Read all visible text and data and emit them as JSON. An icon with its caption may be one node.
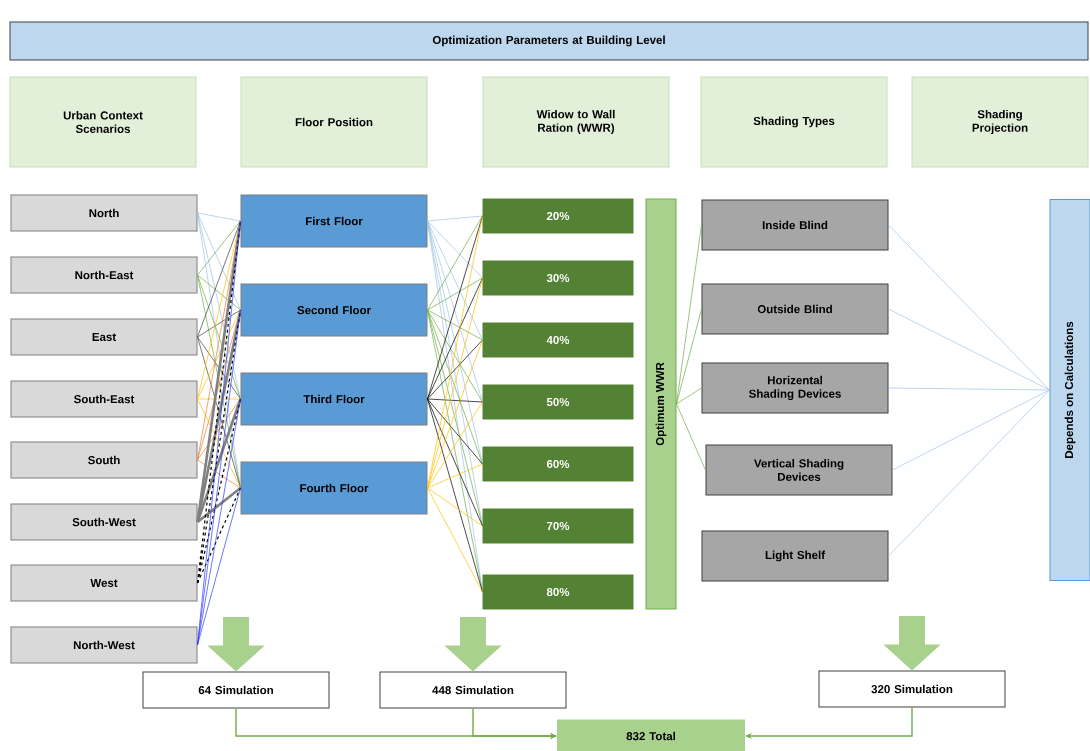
{
  "diagram": {
    "nodes": [
      {
        "text": [
          "Optimization Parameters at Building Level"
        ]
      },
      {
        "text": [
          "Urban Context Scenarios"
        ]
      },
      {
        "text": [
          "Floor Position"
        ]
      },
      {
        "text": [
          "Widow to Wall Ration (WWR)"
        ]
      },
      {
        "text": [
          "Shading Types"
        ]
      },
      {
        "text": [
          "Shading Projection"
        ]
      },
      {
        "text": [
          "North"
        ]
      },
      {
        "text": [
          "North-East"
        ]
      },
      {
        "text": [
          "East"
        ]
      },
      {
        "text": [
          "South-East"
        ]
      },
      {
        "text": [
          "South"
        ]
      },
      {
        "text": [
          "South-West"
        ]
      },
      {
        "text": [
          "West"
        ]
      },
      {
        "text": [
          "North-West"
        ]
      },
      {
        "text": [
          "First Floor"
        ]
      },
      {
        "text": [
          "Second Floor"
        ]
      },
      {
        "text": [
          "Third Floor"
        ]
      },
      {
        "text": [
          "Fourth Floor"
        ]
      },
      {
        "text": [
          "20%"
        ]
      },
      {
        "text": [
          "30%"
        ]
      },
      {
        "text": [
          "40%"
        ]
      },
      {
        "text": [
          "50%"
        ]
      },
      {
        "text": [
          "60%"
        ]
      },
      {
        "text": [
          "70%"
        ]
      },
      {
        "text": [
          "80%"
        ]
      },
      {
        "text": [
          "Optimum WWR"
        ]
      },
      {
        "text": [
          "Inside Blind"
        ]
      },
      {
        "text": [
          "Outside Blind"
        ]
      },
      {
        "text": [
          "Horizental Shading Devices"
        ]
      },
      {
        "text": [
          "Vertical Shading Devices"
        ]
      },
      {
        "text": [
          "Light Shelf"
        ]
      },
      {
        "text": [
          "Depends on Calculations"
        ]
      },
      {
        "text": [
          "64 Simulation"
        ]
      },
      {
        "text": [
          "448 Simulation"
        ]
      },
      {
        "text": [
          "320 Simulation"
        ]
      },
      {
        "text": [
          "832 Total"
        ]
      }
    ],
    "edges": [
      {
        "from": 6,
        "to": 14,
        "arrow": "none",
        "color": "#9dc3e6"
      },
      {
        "from": 6,
        "to": 15,
        "arrow": "none",
        "color": "#9dc3e6"
      },
      {
        "from": 6,
        "to": 16,
        "arrow": "none",
        "color": "#9dc3e6"
      },
      {
        "from": 6,
        "to": 17,
        "arrow": "none",
        "color": "#9dc3e6"
      },
      {
        "from": 7,
        "to": 14,
        "arrow": "none",
        "color": "#70ad47"
      },
      {
        "from": 7,
        "to": 15,
        "arrow": "none",
        "color": "#70ad47"
      },
      {
        "from": 7,
        "to": 16,
        "arrow": "none",
        "color": "#70ad47"
      },
      {
        "from": 7,
        "to": 17,
        "arrow": "none",
        "color": "#70ad47"
      },
      {
        "from": 8,
        "to": 14,
        "arrow": "none",
        "color": "#404040"
      },
      {
        "from": 8,
        "to": 15,
        "arrow": "none",
        "color": "#404040"
      },
      {
        "from": 8,
        "to": 16,
        "arrow": "none",
        "color": "#404040"
      },
      {
        "from": 8,
        "to": 17,
        "arrow": "none",
        "color": "#404040"
      },
      {
        "from": 9,
        "to": 14,
        "arrow": "none",
        "color": "#ffc000"
      },
      {
        "from": 9,
        "to": 15,
        "arrow": "none",
        "color": "#ffc000"
      },
      {
        "from": 9,
        "to": 16,
        "arrow": "none",
        "color": "#ffc000"
      },
      {
        "from": 9,
        "to": 17,
        "arrow": "none",
        "color": "#ffc000"
      },
      {
        "from": 10,
        "to": 14,
        "arrow": "none",
        "color": "#ed7d31"
      },
      {
        "from": 10,
        "to": 15,
        "arrow": "none",
        "color": "#ed7d31"
      },
      {
        "from": 10,
        "to": 16,
        "arrow": "none",
        "color": "#ed7d31"
      },
      {
        "from": 10,
        "to": 17,
        "arrow": "none",
        "color": "#ed7d31"
      },
      {
        "from": 11,
        "to": 14,
        "arrow": "none",
        "style": "thick",
        "color": "#808080"
      },
      {
        "from": 11,
        "to": 15,
        "arrow": "none",
        "style": "thick",
        "color": "#808080"
      },
      {
        "from": 11,
        "to": 16,
        "arrow": "none",
        "style": "thick",
        "color": "#808080"
      },
      {
        "from": 11,
        "to": 17,
        "arrow": "none",
        "style": "thick",
        "color": "#808080"
      },
      {
        "from": 12,
        "to": 14,
        "arrow": "none",
        "style": "dashed",
        "color": "#000000"
      },
      {
        "from": 12,
        "to": 15,
        "arrow": "none",
        "style": "dashed",
        "color": "#000000"
      },
      {
        "from": 12,
        "to": 16,
        "arrow": "none",
        "style": "dashed",
        "color": "#000000"
      },
      {
        "from": 12,
        "to": 17,
        "arrow": "none",
        "style": "dashed",
        "color": "#000000"
      },
      {
        "from": 13,
        "to": 14,
        "arrow": "none",
        "color": "#2f3cff"
      },
      {
        "from": 13,
        "to": 15,
        "arrow": "none",
        "color": "#2f3cff"
      },
      {
        "from": 13,
        "to": 16,
        "arrow": "none",
        "color": "#2f3cff"
      },
      {
        "from": 13,
        "to": 17,
        "arrow": "none",
        "color": "#2f3cff"
      },
      {
        "from": 14,
        "to": 18,
        "arrow": "none",
        "color": "#9dc3e6"
      },
      {
        "from": 14,
        "to": 19,
        "arrow": "none",
        "color": "#9dc3e6"
      },
      {
        "from": 14,
        "to": 20,
        "arrow": "none",
        "color": "#9dc3e6"
      },
      {
        "from": 14,
        "to": 21,
        "arrow": "none",
        "color": "#9dc3e6"
      },
      {
        "from": 14,
        "to": 22,
        "arrow": "none",
        "color": "#9dc3e6"
      },
      {
        "from": 14,
        "to": 23,
        "arrow": "none",
        "color": "#9dc3e6"
      },
      {
        "from": 14,
        "to": 24,
        "arrow": "none",
        "color": "#9dc3e6"
      },
      {
        "from": 15,
        "to": 18,
        "arrow": "none",
        "color": "#70ad47"
      },
      {
        "from": 15,
        "to": 19,
        "arrow": "none",
        "color": "#70ad47"
      },
      {
        "from": 15,
        "to": 20,
        "arrow": "none",
        "color": "#70ad47"
      },
      {
        "from": 15,
        "to": 21,
        "arrow": "none",
        "color": "#70ad47"
      },
      {
        "from": 15,
        "to": 22,
        "arrow": "none",
        "color": "#70ad47"
      },
      {
        "from": 15,
        "to": 23,
        "arrow": "none",
        "color": "#70ad47"
      },
      {
        "from": 15,
        "to": 24,
        "arrow": "none",
        "color": "#70ad47"
      },
      {
        "from": 16,
        "to": 18,
        "arrow": "none",
        "color": "#000000"
      },
      {
        "from": 16,
        "to": 19,
        "arrow": "none",
        "color": "#000000"
      },
      {
        "from": 16,
        "to": 20,
        "arrow": "none",
        "color": "#000000"
      },
      {
        "from": 16,
        "to": 21,
        "arrow": "none",
        "color": "#000000"
      },
      {
        "from": 16,
        "to": 22,
        "arrow": "none",
        "color": "#000000"
      },
      {
        "from": 16,
        "to": 23,
        "arrow": "none",
        "color": "#000000"
      },
      {
        "from": 16,
        "to": 24,
        "arrow": "none",
        "color": "#000000"
      },
      {
        "from": 17,
        "to": 18,
        "arrow": "none",
        "color": "#ffc000"
      },
      {
        "from": 17,
        "to": 19,
        "arrow": "none",
        "color": "#ffc000"
      },
      {
        "from": 17,
        "to": 20,
        "arrow": "none",
        "color": "#ffc000"
      },
      {
        "from": 17,
        "to": 21,
        "arrow": "none",
        "color": "#ffc000"
      },
      {
        "from": 17,
        "to": 22,
        "arrow": "none",
        "color": "#ffc000"
      },
      {
        "from": 17,
        "to": 23,
        "arrow": "none",
        "color": "#ffc000"
      },
      {
        "from": 17,
        "to": 24,
        "arrow": "none",
        "color": "#ffc000"
      },
      {
        "from": 25,
        "to": 26,
        "arrow": "none",
        "color": "#70ad47"
      },
      {
        "from": 25,
        "to": 27,
        "arrow": "none",
        "color": "#70ad47"
      },
      {
        "from": 25,
        "to": 28,
        "arrow": "none",
        "color": "#70ad47"
      },
      {
        "from": 25,
        "to": 29,
        "arrow": "none",
        "color": "#70ad47"
      },
      {
        "from": 26,
        "to": 31,
        "arrow": "none",
        "color": "#9dc3e6"
      },
      {
        "from": 27,
        "to": 31,
        "arrow": "none",
        "color": "#9dc3e6"
      },
      {
        "from": 28,
        "to": 31,
        "arrow": "none",
        "color": "#9dc3e6"
      },
      {
        "from": 29,
        "to": 31,
        "arrow": "none",
        "color": "#9dc3e6"
      },
      {
        "from": 30,
        "to": 31,
        "arrow": "none",
        "color": "#9dc3e6"
      },
      {
        "from": null,
        "to": 32,
        "arrow": "to",
        "style": "thick",
        "color": "#a9d18e"
      },
      {
        "from": 24,
        "to": 33,
        "arrow": "to",
        "style": "thick",
        "color": "#a9d18e"
      },
      {
        "from": null,
        "to": 34,
        "arrow": "to",
        "style": "thick",
        "color": "#a9d18e"
      },
      {
        "from": 32,
        "to": 35,
        "arrow": "to",
        "color": "#70ad47"
      },
      {
        "from": 33,
        "to": 35,
        "arrow": "to",
        "color": "#70ad47"
      },
      {
        "from": 34,
        "to": 35,
        "arrow": "to",
        "color": "#70ad47"
      }
    ]
  }
}
